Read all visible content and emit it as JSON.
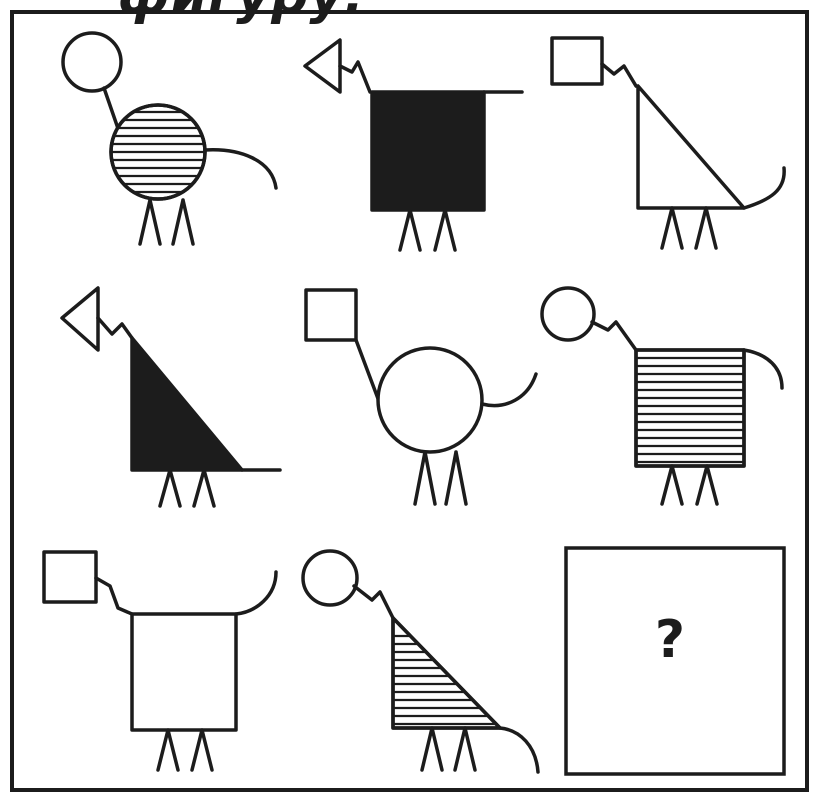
{
  "heading_text": "фигуру:",
  "missing_cell_mark": "?",
  "colors": {
    "ink": "#1c1c1c",
    "paper": "#ffffff"
  },
  "grid": {
    "rows": 3,
    "columns": 3,
    "cells": [
      {
        "row": 1,
        "column": 1,
        "head": "circle",
        "body": "circle",
        "fill": "striped"
      },
      {
        "row": 1,
        "column": 2,
        "head": "triangle",
        "body": "square",
        "fill": "black"
      },
      {
        "row": 1,
        "column": 3,
        "head": "square",
        "body": "triangle",
        "fill": "white"
      },
      {
        "row": 2,
        "column": 1,
        "head": "triangle",
        "body": "triangle",
        "fill": "black"
      },
      {
        "row": 2,
        "column": 2,
        "head": "square",
        "body": "circle",
        "fill": "white"
      },
      {
        "row": 2,
        "column": 3,
        "head": "circle",
        "body": "square",
        "fill": "striped"
      },
      {
        "row": 3,
        "column": 1,
        "head": "square",
        "body": "square",
        "fill": "white"
      },
      {
        "row": 3,
        "column": 2,
        "head": "circle",
        "body": "triangle",
        "fill": "striped"
      },
      {
        "row": 3,
        "column": 3,
        "head": "",
        "body": "",
        "fill": "",
        "missing": true
      }
    ]
  }
}
